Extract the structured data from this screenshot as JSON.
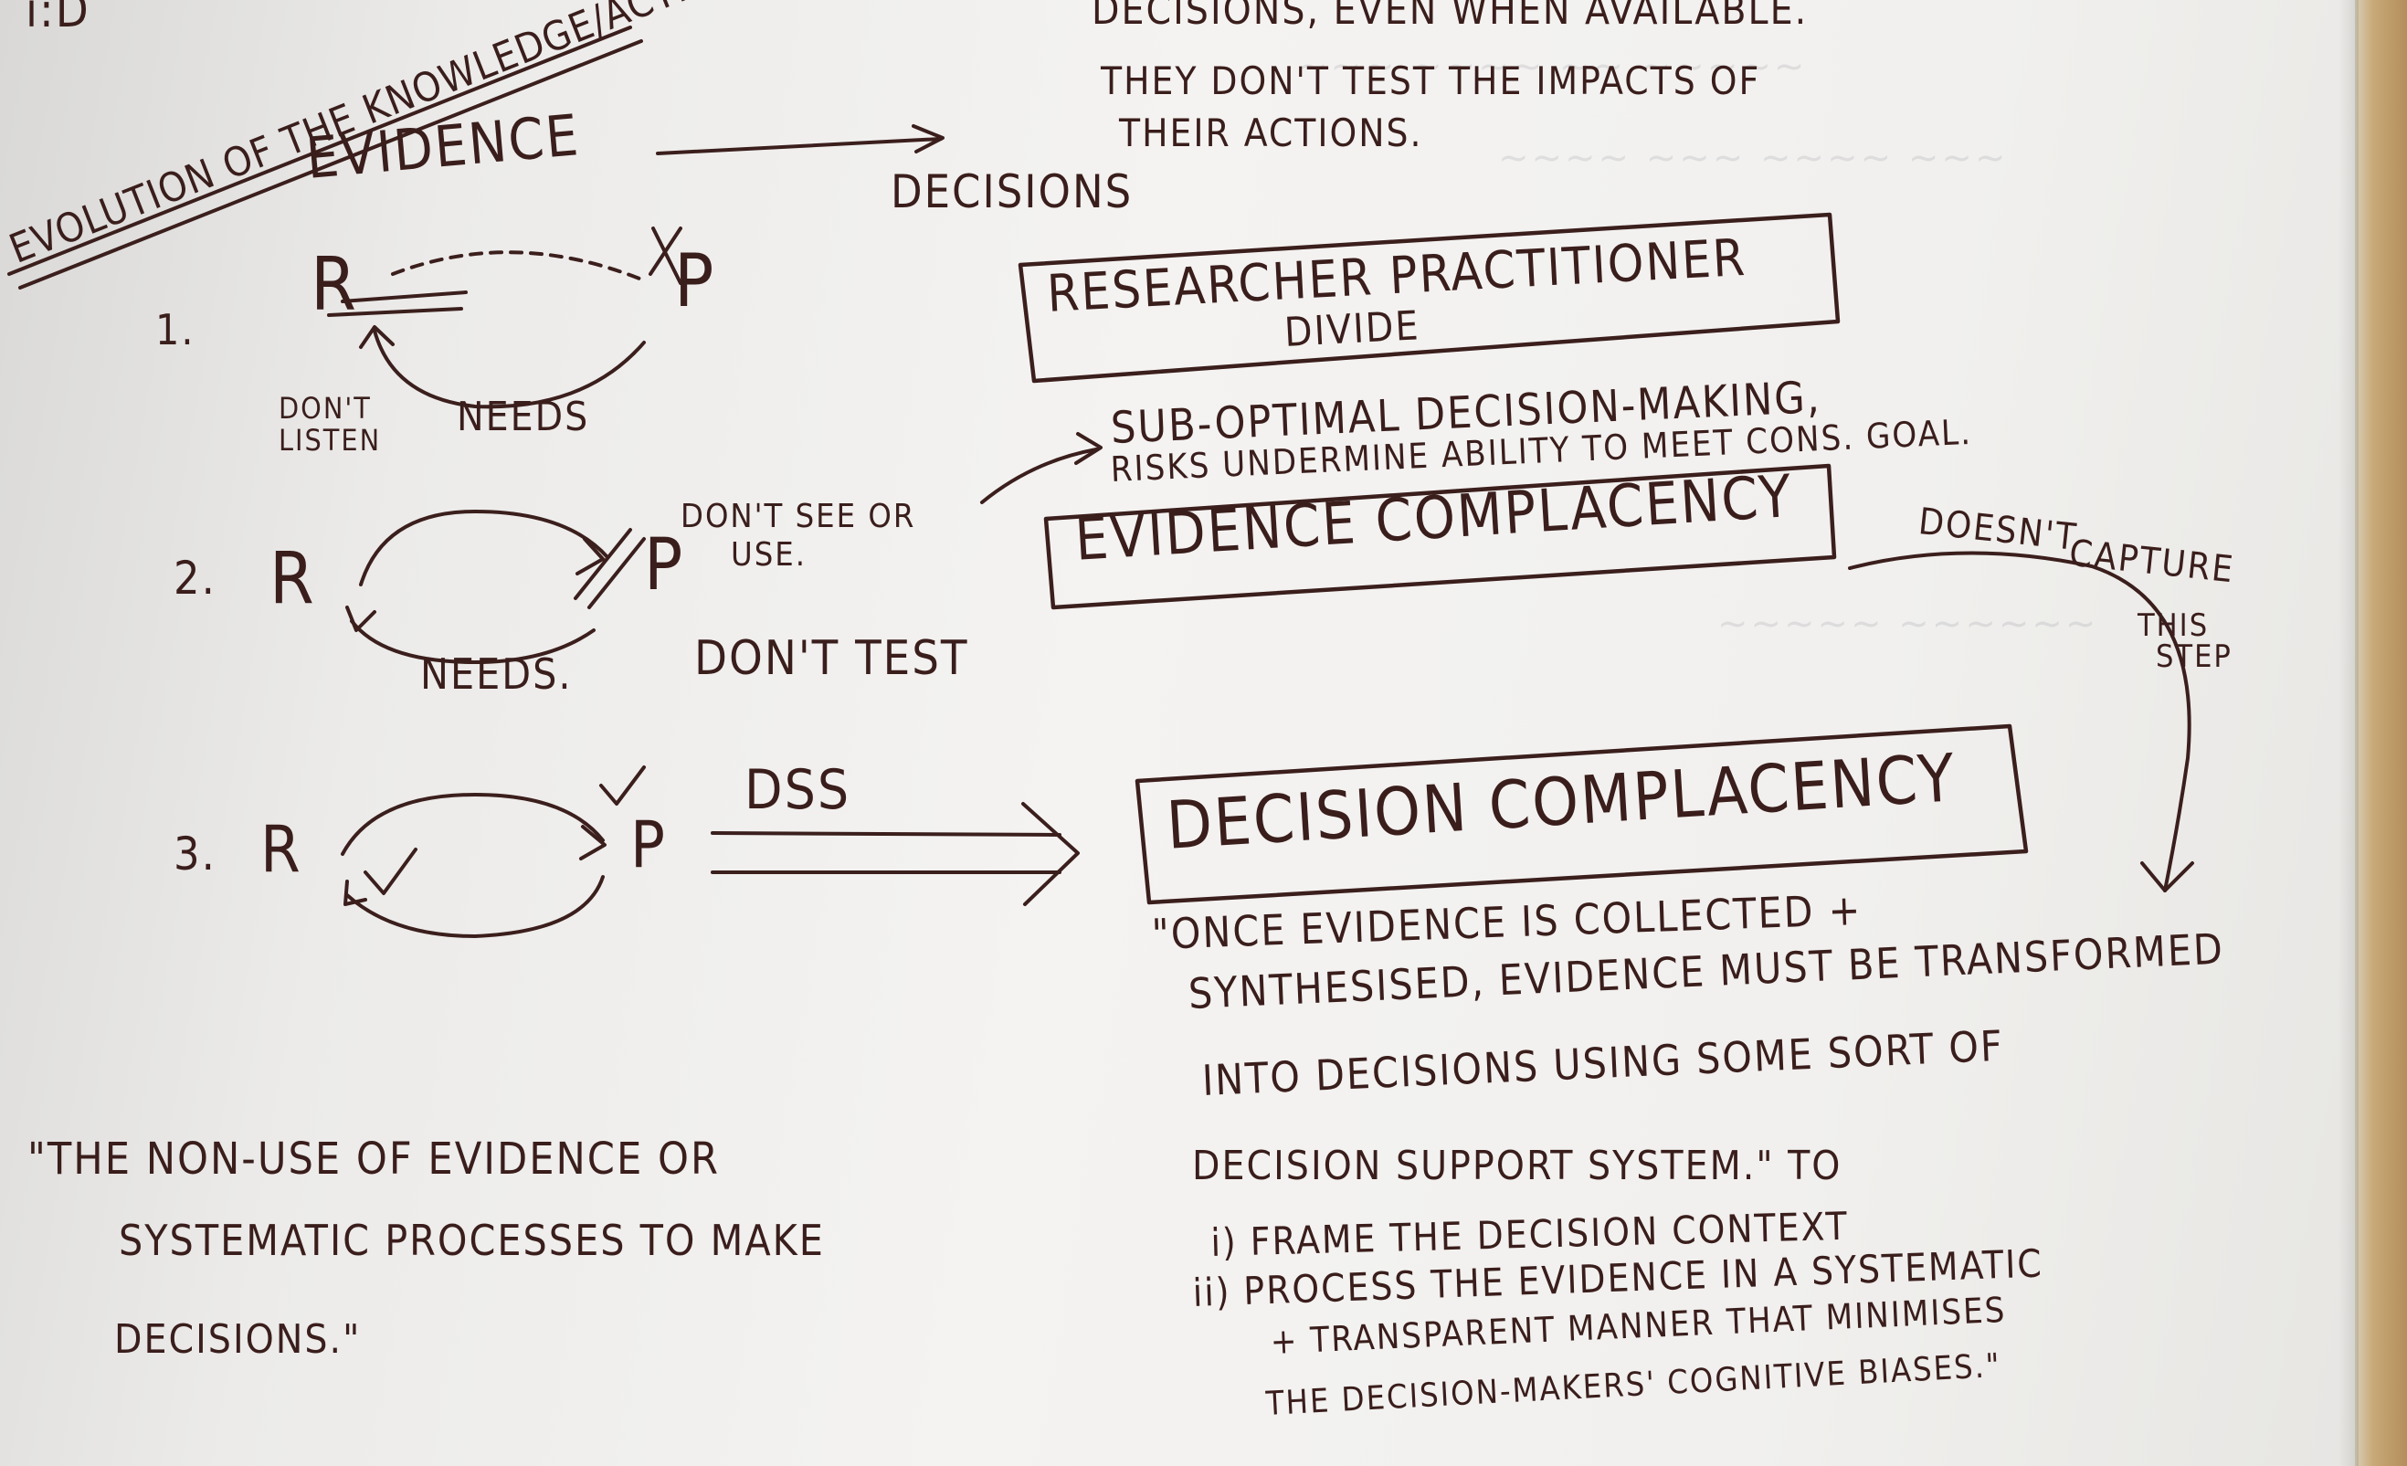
{
  "header": {
    "heading": "EVOLUTION OF THE KNOWLEDGE/ACTION GAP CONCEPT",
    "top_fragment": "i:D",
    "top_quote_lines": [
      "DECISIONS, EVEN WHEN AVAILABLE.",
      "THEY DON'T TEST THE IMPACTS OF",
      "THEIR ACTIONS."
    ]
  },
  "flow": {
    "evidence": "EVIDENCE",
    "decisions": "DECISIONS"
  },
  "stages": [
    {
      "number": "1.",
      "r": "R",
      "p": "P",
      "notes": [
        "DON'T LISTEN",
        "NEEDS"
      ],
      "box": [
        "RESEARCHER PRACTITIONER",
        "DIVIDE"
      ]
    },
    {
      "number": "2.",
      "r": "R",
      "p": "P",
      "notes": [
        "DON'T SEE OR",
        "USE.",
        "NEEDS.",
        "DON'T TEST"
      ],
      "arrow_note": [
        "SUB-OPTIMAL DECISION-MAKING,",
        "RISKS UNDERMINE ABILITY TO MEET CONS. GOAL."
      ],
      "box": "EVIDENCE COMPLACENCY"
    },
    {
      "number": "3.",
      "r": "R",
      "p": "P",
      "arrow_label": "DSS",
      "box": "DECISION COMPLACENCY"
    }
  ],
  "side_note": [
    "DOESN'T",
    "CAPTURE",
    "THIS",
    "STEP"
  ],
  "quote_left": [
    "\"THE NON-USE OF EVIDENCE OR",
    "SYSTEMATIC PROCESSES TO MAKE",
    "DECISIONS.\""
  ],
  "quote_right": [
    "\"ONCE EVIDENCE IS COLLECTED +",
    "SYNTHESISED, EVIDENCE MUST BE TRANSFORMED",
    "INTO DECISIONS USING SOME SORT OF",
    "DECISION SUPPORT SYSTEM.\" TO",
    "i) FRAME THE DECISION CONTEXT",
    "ii) PROCESS THE EVIDENCE IN A SYSTEMATIC",
    "+ TRANSPARENT MANNER THAT MINIMISES",
    "THE DECISION-MAKERS' COGNITIVE BIASES.\""
  ],
  "colors": {
    "ink": "#3a1e1c",
    "paper": "#f1f0ee",
    "binding": "#b48e5b"
  }
}
